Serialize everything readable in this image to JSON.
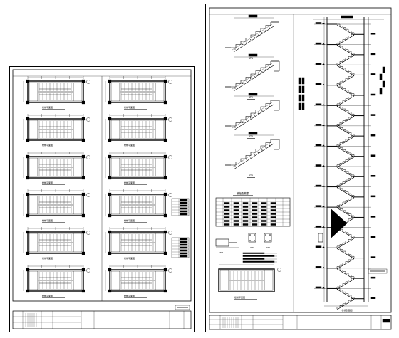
{
  "drawing": {
    "title": "楼梯详图",
    "left_sheet": {
      "plans": [
        {
          "caption": "楼梯平面图"
        },
        {
          "caption": "楼梯平面图"
        },
        {
          "caption": "楼梯平面图"
        },
        {
          "caption": "楼梯平面图"
        },
        {
          "caption": "楼梯平面图"
        },
        {
          "caption": "楼梯平面图"
        },
        {
          "caption": "楼梯平面图"
        },
        {
          "caption": "楼梯平面图"
        },
        {
          "caption": "楼梯平面图"
        },
        {
          "caption": "楼梯平面图"
        },
        {
          "caption": "楼梯平面图"
        },
        {
          "caption": "楼梯平面图"
        }
      ]
    },
    "right_sheet": {
      "sections": [
        "AT1",
        "AT2",
        "BT1",
        "BT2"
      ],
      "table_title": "梯板配筋表",
      "details": [
        "TL1",
        "TZ1",
        "TZ2"
      ],
      "elevation_caption": "楼梯剖面图",
      "plan_caption": "楼梯平面图"
    },
    "colors": {
      "line": "#000000",
      "hatch": "#000000",
      "paper": "#ffffff"
    }
  }
}
